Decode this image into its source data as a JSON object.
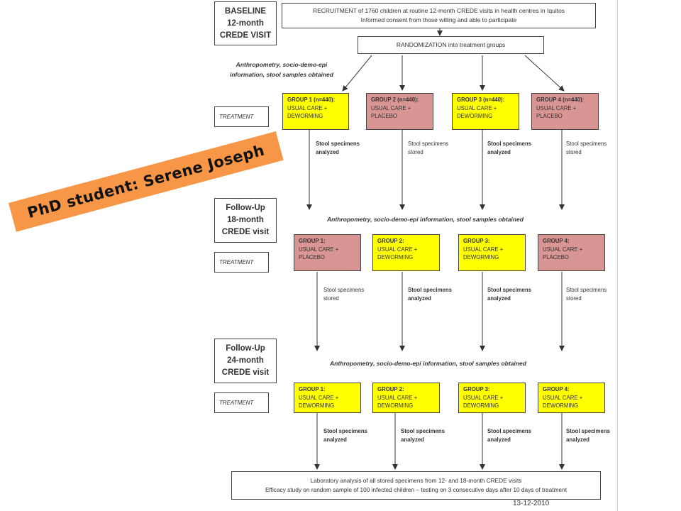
{
  "phases": {
    "baseline": [
      "BASELINE",
      "12-month",
      "CREDE VISIT"
    ],
    "fu18": [
      "Follow-Up",
      "18-month",
      "CREDE visit"
    ],
    "fu24": [
      "Follow-Up",
      "24-month",
      "CREDE visit"
    ]
  },
  "recruitment": {
    "line1": "RECRUITMENT of 1760 children at routine 12-month CREDE visits in health centres in Iquitos",
    "line2": "Informed consent from those willing and able to participate"
  },
  "randomization": "RANDOMIZATION into treatment groups",
  "baseline_note": [
    "Anthropometry, socio-demo-epi",
    "information, stool samples obtained"
  ],
  "followup_note": "Anthropometry, socio-demo-epi information, stool samples obtained",
  "treatment_label": "TREATMENT",
  "groups_baseline": [
    {
      "title": "GROUP 1 (n=440):",
      "line1": "USUAL CARE +",
      "line2": "DEWORMING"
    },
    {
      "title": "GROUP 2 (n=440):",
      "line1": "USUAL CARE +",
      "line2": "PLACEBO"
    },
    {
      "title": "GROUP 3 (n=440):",
      "line1": "USUAL CARE +",
      "line2": "DEWORMING"
    },
    {
      "title": "GROUP 4 (n=440):",
      "line1": "USUAL CARE +",
      "line2": "PLACEBO"
    }
  ],
  "groups_18": [
    {
      "title": "GROUP 1:",
      "line1": "USUAL CARE +",
      "line2": "PLACEBO"
    },
    {
      "title": "GROUP 2:",
      "line1": "USUAL CARE +",
      "line2": "DEWORMING"
    },
    {
      "title": "GROUP 3:",
      "line1": "USUAL CARE +",
      "line2": "DEWORMING"
    },
    {
      "title": "GROUP 4:",
      "line1": "USUAL CARE +",
      "line2": "PLACEBO"
    }
  ],
  "groups_24": [
    {
      "title": "GROUP 1:",
      "line1": "USUAL CARE +",
      "line2": "DEWORMING"
    },
    {
      "title": "GROUP 2:",
      "line1": "USUAL CARE +",
      "line2": "DEWORMING"
    },
    {
      "title": "GROUP 3:",
      "line1": "USUAL CARE +",
      "line2": "DEWORMING"
    },
    {
      "title": "GROUP 4:",
      "line1": "USUAL CARE +",
      "line2": "DEWORMING"
    }
  ],
  "stool": {
    "analyzed": [
      "Stool specimens",
      "analyzed"
    ],
    "stored": [
      "Stool specimens",
      "stored"
    ]
  },
  "lab": {
    "line1": "Laboratory analysis of all stored specimens from 12- and 18-month CREDE visits",
    "line2": "Efficacy study on random sample of 100 infected children – testing on 3 consecutive days after 10 days of treatment"
  },
  "date": "13-12-2010",
  "banner": "PhD student:  Serene Joseph",
  "colors": {
    "deworming": "#ffff00",
    "placebo": "#d99594",
    "banner": "#f79646"
  }
}
